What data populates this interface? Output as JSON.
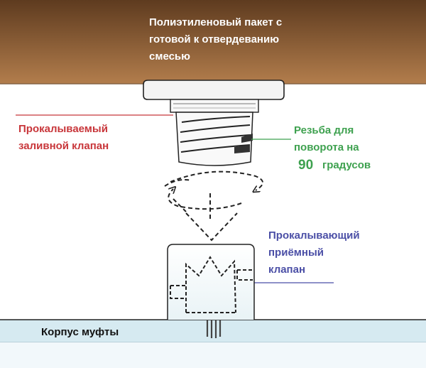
{
  "labels": {
    "package": [
      "Полиэтиленовый пакет с",
      "готовой к отвердеванию",
      "смесью"
    ],
    "fill_valve": [
      "Прокалываемый",
      "заливной клапан"
    ],
    "thread": [
      "Резьба для",
      "поворота на"
    ],
    "thread_degrees_num": "90",
    "thread_degrees_word": "градусов",
    "receiving_valve": [
      "Прокалывающий",
      "приёмный",
      "клапан"
    ],
    "coupling_body": "Корпус муфты"
  },
  "colors": {
    "package_top": "#5e3b1f",
    "package_bottom": "#b27d4c",
    "package_text": "#ffffff",
    "fill_valve_text": "#c8363a",
    "thread_text": "#3ea14f",
    "receiving_valve_text": "#4b4fa6",
    "coupling_fill": "#d6eaf1",
    "coupling_text": "#111111",
    "outline": "#222222"
  }
}
